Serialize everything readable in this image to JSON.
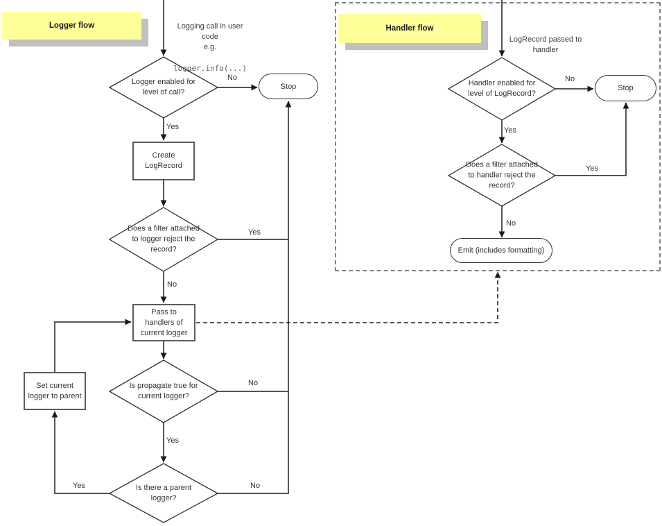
{
  "colors": {
    "note_bg": "#ffff99",
    "note_shadow": "#c0c0c0",
    "connector": "#555555",
    "shape_border": "#2f2f2f",
    "rect_border": "#5c5c5c",
    "text": "#333333"
  },
  "labels": {
    "yes": "Yes",
    "no": "No"
  },
  "logger_flow": {
    "note": "Logger flow",
    "entry_lines": "Logging call in user\ncode\ne.g.",
    "entry_code": "logger.info(...)",
    "level_check": "Logger enabled for\nlevel of call?",
    "stop": "Stop",
    "create": "Create\nLogRecord",
    "filter_check": "Does a filter attached\nto logger reject the\nrecord?",
    "pass": "Pass to\nhandlers of\ncurrent logger",
    "propagate_check": "Is propagate true for\ncurrent logger?",
    "set_parent": "Set current\nlogger to parent",
    "parent_check": "Is there a parent\nlogger?"
  },
  "handler_flow": {
    "note": "Handler flow",
    "entry_lines": "LogRecord passed to\nhandler",
    "level_check": "Handler enabled for\nlevel of LogRecord?",
    "stop": "Stop",
    "filter_check": "Does a filter attached\nto handler reject the\nrecord?",
    "emit": "Emit (includes formatting)"
  }
}
